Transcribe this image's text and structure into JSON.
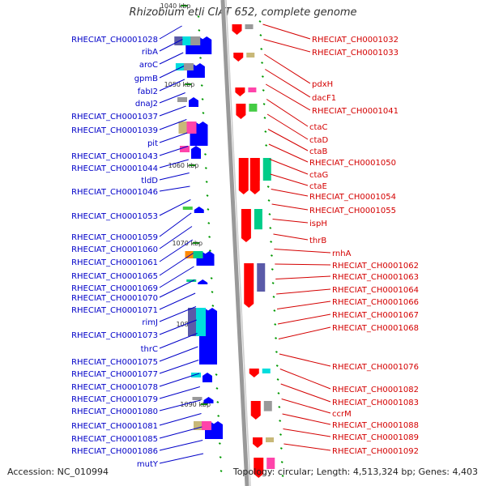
{
  "title": "Rhizobium etli CIAT 652, complete genome",
  "footer": {
    "accession": "Accession: NC_010994",
    "topology": "Topology: circular; Length: 4,513,324 bp; Genes: 4,403"
  },
  "colors": {
    "left_label": "#0000c8",
    "right_label": "#d40000",
    "forward_gene": "#0000ff",
    "reverse_gene": "#ff0000",
    "backbone": "#999999",
    "tick": "#009900"
  },
  "ticks": [
    {
      "label": "1040 kbp"
    },
    {
      "label": "1050 kbp"
    },
    {
      "label": "1060 kbp"
    },
    {
      "label": "1070 kbp"
    },
    {
      "label": "1080 kbp"
    },
    {
      "label": "1090 kbp"
    }
  ],
  "left_genes": [
    {
      "label": "RHECIAT_CH0001028"
    },
    {
      "label": "ribA"
    },
    {
      "label": "aroC"
    },
    {
      "label": "gpmB"
    },
    {
      "label": "fabI2"
    },
    {
      "label": "dnaJ2"
    },
    {
      "label": "RHECIAT_CH0001037"
    },
    {
      "label": "RHECIAT_CH0001039"
    },
    {
      "label": "pit"
    },
    {
      "label": "RHECIAT_CH0001043"
    },
    {
      "label": "RHECIAT_CH0001044"
    },
    {
      "label": "tldD"
    },
    {
      "label": "RHECIAT_CH0001046"
    },
    {
      "label": "RHECIAT_CH0001053"
    },
    {
      "label": "RHECIAT_CH0001059"
    },
    {
      "label": "RHECIAT_CH0001060"
    },
    {
      "label": "RHECIAT_CH0001061"
    },
    {
      "label": "RHECIAT_CH0001065"
    },
    {
      "label": "RHECIAT_CH0001069"
    },
    {
      "label": "RHECIAT_CH0001070"
    },
    {
      "label": "RHECIAT_CH0001071"
    },
    {
      "label": "rimJ"
    },
    {
      "label": "RHECIAT_CH0001073"
    },
    {
      "label": "thrC"
    },
    {
      "label": "RHECIAT_CH0001075"
    },
    {
      "label": "RHECIAT_CH0001077"
    },
    {
      "label": "RHECIAT_CH0001078"
    },
    {
      "label": "RHECIAT_CH0001079"
    },
    {
      "label": "RHECIAT_CH0001080"
    },
    {
      "label": "RHECIAT_CH0001081"
    },
    {
      "label": "RHECIAT_CH0001085"
    },
    {
      "label": "RHECIAT_CH0001086"
    },
    {
      "label": "mutY"
    }
  ],
  "right_genes": [
    {
      "label": "RHECIAT_CH0001032"
    },
    {
      "label": "RHECIAT_CH0001033"
    },
    {
      "label": "pdxH"
    },
    {
      "label": "dacF1"
    },
    {
      "label": "RHECIAT_CH0001041"
    },
    {
      "label": "ctaC"
    },
    {
      "label": "ctaD"
    },
    {
      "label": "ctaB"
    },
    {
      "label": "RHECIAT_CH0001050"
    },
    {
      "label": "ctaG"
    },
    {
      "label": "ctaE"
    },
    {
      "label": "RHECIAT_CH0001054"
    },
    {
      "label": "RHECIAT_CH0001055"
    },
    {
      "label": "ispH"
    },
    {
      "label": "thrB"
    },
    {
      "label": "rnhA"
    },
    {
      "label": "RHECIAT_CH0001062"
    },
    {
      "label": "RHECIAT_CH0001063"
    },
    {
      "label": "RHECIAT_CH0001064"
    },
    {
      "label": "RHECIAT_CH0001066"
    },
    {
      "label": "RHECIAT_CH0001067"
    },
    {
      "label": "RHECIAT_CH0001068"
    },
    {
      "label": "RHECIAT_CH0001076"
    },
    {
      "label": "RHECIAT_CH0001082"
    },
    {
      "label": "RHECIAT_CH0001083"
    },
    {
      "label": "ccrM"
    },
    {
      "label": "RHECIAT_CH0001088"
    },
    {
      "label": "RHECIAT_CH0001089"
    },
    {
      "label": "RHECIAT_CH0001092"
    }
  ]
}
